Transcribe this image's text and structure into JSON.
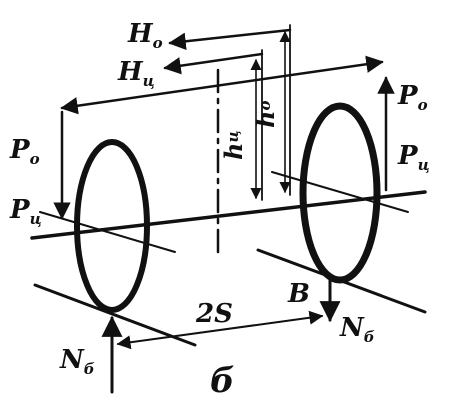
{
  "figure_label": "б",
  "dimension_label": "2S",
  "point_label": "B",
  "forces": {
    "H_o": {
      "symbol": "H",
      "subscript": "о"
    },
    "H_ts": {
      "symbol": "H",
      "subscript": "ц"
    },
    "P_o_left": {
      "symbol": "P",
      "subscript": "о"
    },
    "P_ts_left": {
      "symbol": "P",
      "subscript": "ц"
    },
    "P_o_right": {
      "symbol": "P",
      "subscript": "о"
    },
    "P_ts_right": {
      "symbol": "P",
      "subscript": "ц"
    },
    "N_b_left": {
      "symbol": "N",
      "subscript": "б"
    },
    "N_b_right": {
      "symbol": "N",
      "subscript": "б"
    }
  },
  "heights": {
    "h_ts": {
      "symbol": "h",
      "subscript": "ц"
    },
    "h_o": {
      "symbol": "h",
      "subscript": "о"
    }
  }
}
